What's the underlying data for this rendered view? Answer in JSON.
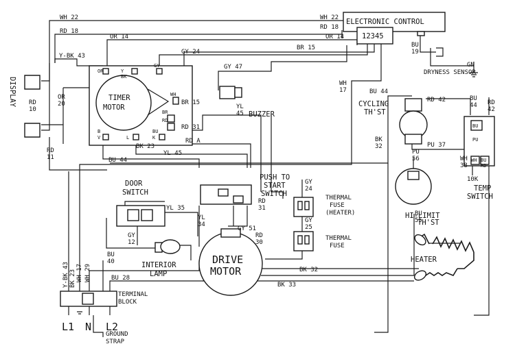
{
  "components": {
    "electronic_control": "ELECTRONIC CONTROL",
    "control_pins": "12345",
    "dryness_sensor": "DRYNESS SENSOR",
    "ground_gn": "GN",
    "display": "DISPLAY",
    "timer_motor_1": "TIMER",
    "timer_motor_2": "MOTOR",
    "buzzer": "BUZZER",
    "cycling_thst_1": "CYCLING",
    "cycling_thst_2": "TH'ST",
    "door_switch_1": "DOOR",
    "door_switch_2": "SWITCH",
    "push_to_start_1": "PUSH TO",
    "push_to_start_2": "START",
    "push_to_start_3": "SWITCH",
    "thermal_fuse_heater_1": "THERMAL",
    "thermal_fuse_heater_2": "FUSE",
    "thermal_fuse_heater_3": "(HEATER)",
    "thermal_fuse_1": "THERMAL",
    "thermal_fuse_2": "FUSE",
    "hi_limit_1": "HI-LIMIT",
    "hi_limit_2": "TH'ST",
    "temp_switch_1": "TEMP",
    "temp_switch_2": "SWITCH",
    "resistor_10k": "10K",
    "interior_lamp_1": "INTERIOR",
    "interior_lamp_2": "LAMP",
    "drive_motor_1": "DRIVE",
    "drive_motor_2": "MOTOR",
    "heater": "HEATER",
    "terminal_block_1": "TERMINAL",
    "terminal_block_2": "BLOCK",
    "ground_strap_1": "GROUND",
    "ground_strap_2": "STRAP",
    "l1": "L1",
    "n": "N",
    "l2": "L2"
  },
  "wire_labels": {
    "wh22_left": "WH 22",
    "wh22_right": "WH 22",
    "rd18_left": "RD 18",
    "rd18_right": "RD 18",
    "or14_left": "OR 14",
    "or14_right": "OR 14",
    "ybk43_top": "Y-BK 43",
    "gy24_top": "GY 24",
    "br15_top": "BR 15",
    "bu19_1": "BU",
    "bu19_2": "19",
    "gy47": "GY 47",
    "yl45_buzzer_1": "YL",
    "yl45_buzzer_2": "45",
    "wh17_right_1": "WH",
    "wh17_right_2": "17",
    "bu44_top": "BU 44",
    "rd42_top": "RD 42",
    "bu44_right_1": "BU",
    "bu44_right_2": "44",
    "rd42_right_1": "RD",
    "rd42_right_2": "42",
    "rd10_1": "RD",
    "rd10_2": "10",
    "or20_1": "OR",
    "or20_2": "20",
    "rd11_1": "RD",
    "rd11_2": "11",
    "br15_timer": "BR 15",
    "rd31_timer": "RD 31",
    "bk23": "BK 23",
    "rd_a": "RD A",
    "yl45_timer": "YL 45",
    "bu44_timer": "BU 44",
    "bk32_right_1": "BK",
    "bk32_right_2": "32",
    "pu37": "PU 37",
    "pu56_1": "PU",
    "pu56_2": "56",
    "wh38_1": "WH",
    "wh38_2": "38",
    "bu55_1": "BU",
    "bu55_2": "55",
    "gy24_push_1": "GY",
    "gy24_push_2": "24",
    "gy25_1": "GY",
    "gy25_2": "25",
    "rd31_push_1": "RD",
    "rd31_push_2": "31",
    "yl35": "YL 35",
    "yl34_1": "YL",
    "yl34_2": "34",
    "gy51": "GY 51",
    "rd30_1": "RD",
    "rd30_2": "30",
    "gy12_1": "GY",
    "gy12_2": "12",
    "bu40_1": "BU",
    "bu40_2": "40",
    "bk32_bottom": "BK 32",
    "bk33": "BK 33",
    "bu28": "BU 28",
    "ybk43_bottom": "Y-BK 43",
    "bk23_bottom": "BK 23",
    "wh17_bottom": "WH 17",
    "wh29": "WH 29"
  },
  "terminal_labels": {
    "t_or": "OR",
    "t_bk": "BK",
    "t_y": "Y",
    "t_gy": "GY",
    "t_wh": "WH",
    "t_br": "BR",
    "t_rd": "RD",
    "t_bu": "BU",
    "t_rd2": "RD",
    "t_l": "L",
    "t_b": "B",
    "t_k": "K",
    "t_v": "V",
    "ts_bu": "BU",
    "ts_pu": "PU",
    "ts_wh": "WH",
    "ts_bu2": "BU",
    "ts_rd": "RD"
  }
}
